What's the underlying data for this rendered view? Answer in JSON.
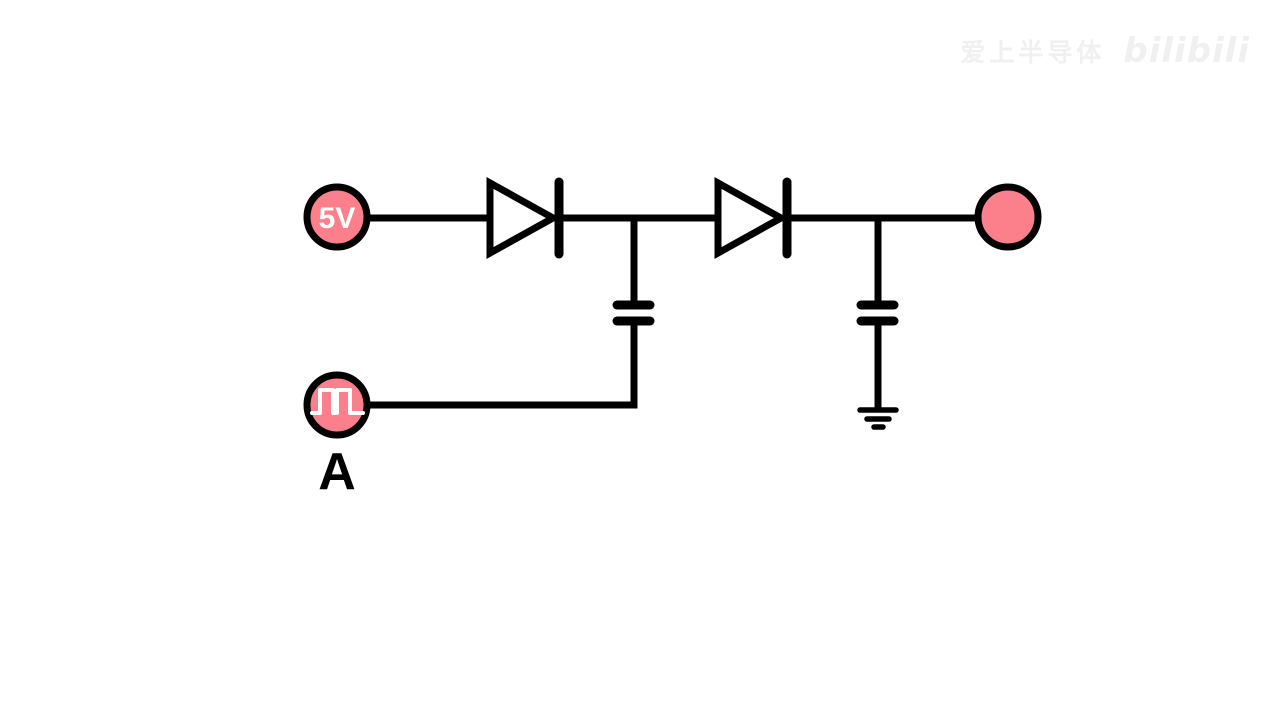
{
  "background_color": "#ffffff",
  "watermark": {
    "channel_text": "爱上半导体",
    "logo_text": "bilibili",
    "color": "#f0f0f0"
  },
  "circuit": {
    "accent_color": "#FC808C",
    "line_color": "#000000",
    "node_label_color": "#ffffff",
    "source": {
      "label": "5V"
    },
    "input": {
      "label": "A",
      "icon": "square-wave-icon"
    },
    "output": {
      "label": ""
    },
    "components": [
      {
        "type": "diode",
        "role": "series diode 1"
      },
      {
        "type": "diode",
        "role": "series diode 2"
      },
      {
        "type": "capacitor",
        "role": "coupling capacitor"
      },
      {
        "type": "capacitor",
        "role": "output capacitor"
      },
      {
        "type": "ground",
        "role": "ground reference"
      }
    ],
    "topology": [
      "5V node → diode 1 → node 1",
      "node 1 → diode 2 → output node",
      "node 1 — capacitor 1 — square-wave input A",
      "output node — capacitor 2 — ground"
    ]
  }
}
